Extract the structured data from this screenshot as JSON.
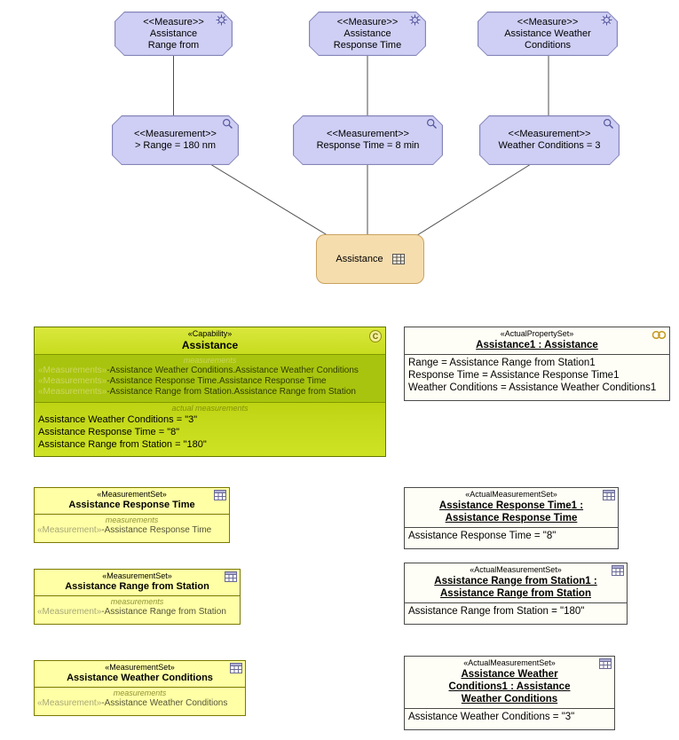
{
  "colors": {
    "node_fill": "#cfcff5",
    "node_border": "#8585b8",
    "assistance_fill": "#f6ddae",
    "assistance_border": "#c9a25e",
    "capability_green": "#b3cb13",
    "measurement_set_yellow": "#ffffa6",
    "edge": "#4d4d4d"
  },
  "top": {
    "measures": [
      {
        "stereotype": "<<Measure>>",
        "lines": [
          "Assistance",
          "Range from"
        ]
      },
      {
        "stereotype": "<<Measure>>",
        "lines": [
          "Assistance",
          "Response Time"
        ]
      },
      {
        "stereotype": "<<Measure>>",
        "lines": [
          "Assistance Weather",
          "Conditions"
        ]
      }
    ],
    "measurements": [
      {
        "stereotype": "<<Measurement>>",
        "value": "> Range = 180 nm"
      },
      {
        "stereotype": "<<Measurement>>",
        "value": "Response Time = 8 min"
      },
      {
        "stereotype": "<<Measurement>>",
        "value": "Weather Conditions = 3"
      }
    ],
    "assistance": {
      "label": "Assistance"
    }
  },
  "capability": {
    "stereotype": "«Capability»",
    "name": "Assistance",
    "badge": "C",
    "measurements_label": "measurements",
    "measurements": [
      {
        "keyword": "«Measurements»",
        "text": "-Assistance Weather Conditions.Assistance Weather Conditions"
      },
      {
        "keyword": "«Measurements»",
        "text": "-Assistance Response Time.Assistance Response Time"
      },
      {
        "keyword": "«Measurements»",
        "text": "-Assistance Range from Station.Assistance Range from Station"
      }
    ],
    "actual_label": "actual measurements",
    "actuals": [
      "Assistance Weather Conditions = \"3\"",
      "Assistance Response Time = \"8\"",
      "Assistance Range from Station = \"180\""
    ]
  },
  "measurement_sets": [
    {
      "stereotype": "«MeasurementSet»",
      "name": "Assistance Response Time",
      "section_label": "measurements",
      "keyword": "«Measurement»",
      "item": "-Assistance Response Time"
    },
    {
      "stereotype": "«MeasurementSet»",
      "name": "Assistance Range from Station",
      "section_label": "measurements",
      "keyword": "«Measurement»",
      "item": "-Assistance Range from Station"
    },
    {
      "stereotype": "«MeasurementSet»",
      "name": "Assistance Weather Conditions",
      "section_label": "measurements",
      "keyword": "«Measurement»",
      "item": "-Assistance Weather Conditions"
    }
  ],
  "actual_property_set": {
    "stereotype": "«ActualPropertySet»",
    "name": "Assistance1 : Assistance",
    "lines": [
      "Range = Assistance Range from Station1",
      "Response Time = Assistance Response Time1",
      "Weather Conditions = Assistance Weather Conditions1"
    ]
  },
  "actual_measurement_sets": [
    {
      "stereotype": "«ActualMeasurementSet»",
      "name_lines": [
        "Assistance Response Time1 :",
        "Assistance Response Time"
      ],
      "value": "Assistance Response Time = \"8\""
    },
    {
      "stereotype": "«ActualMeasurementSet»",
      "name_lines": [
        "Assistance Range from Station1 :",
        "Assistance Range from Station"
      ],
      "value": "Assistance Range from Station = \"180\""
    },
    {
      "stereotype": "«ActualMeasurementSet»",
      "name_lines": [
        "Assistance Weather",
        "Conditions1 : Assistance",
        "Weather Conditions"
      ],
      "value": "Assistance Weather Conditions = \"3\""
    }
  ]
}
